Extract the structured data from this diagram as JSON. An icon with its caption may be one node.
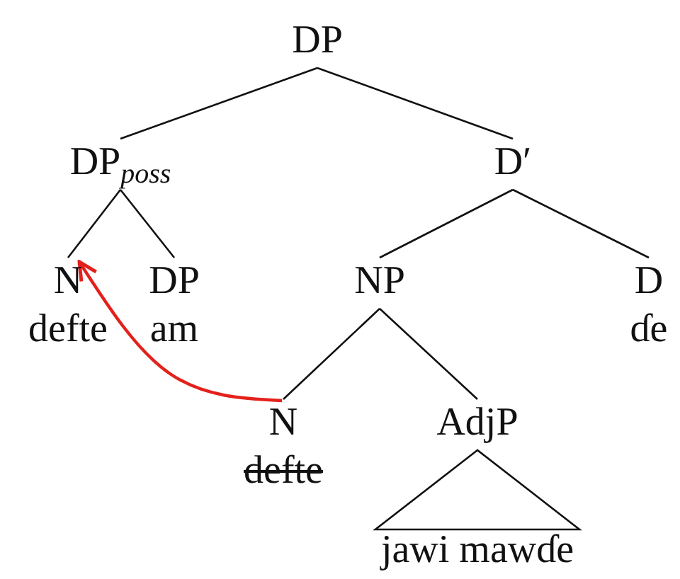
{
  "diagram": {
    "nodes": [
      {
        "text": [
          "DP"
        ]
      },
      {
        "text": [
          "DP$_{poss}$"
        ]
      },
      {
        "text": [
          "D′"
        ]
      },
      {
        "text": [
          "N",
          "defte"
        ]
      },
      {
        "text": [
          "DP",
          "am"
        ]
      },
      {
        "text": [
          "NP"
        ]
      },
      {
        "text": [
          "D",
          "ɗe"
        ]
      },
      {
        "text": [
          "N",
          "defte"
        ]
      },
      {
        "text": [
          "AdjP"
        ]
      },
      {
        "text": [
          "jawi mawɗe"
        ]
      }
    ],
    "edges": [
      {
        "from": 0,
        "to": 1,
        "arrow": "none"
      },
      {
        "from": 0,
        "to": 2,
        "arrow": "none"
      },
      {
        "from": 1,
        "to": 3,
        "arrow": "none"
      },
      {
        "from": 1,
        "to": 4,
        "arrow": "none"
      },
      {
        "from": 2,
        "to": 5,
        "arrow": "none"
      },
      {
        "from": 2,
        "to": 6,
        "arrow": "none"
      },
      {
        "from": 5,
        "to": 7,
        "arrow": "none"
      },
      {
        "from": 5,
        "to": 8,
        "arrow": "none"
      },
      {
        "from": 8,
        "to": 9,
        "arrow": "none"
      },
      {
        "from": 7,
        "to": 3,
        "arrow": "to",
        "color": "#e3211c"
      }
    ]
  }
}
